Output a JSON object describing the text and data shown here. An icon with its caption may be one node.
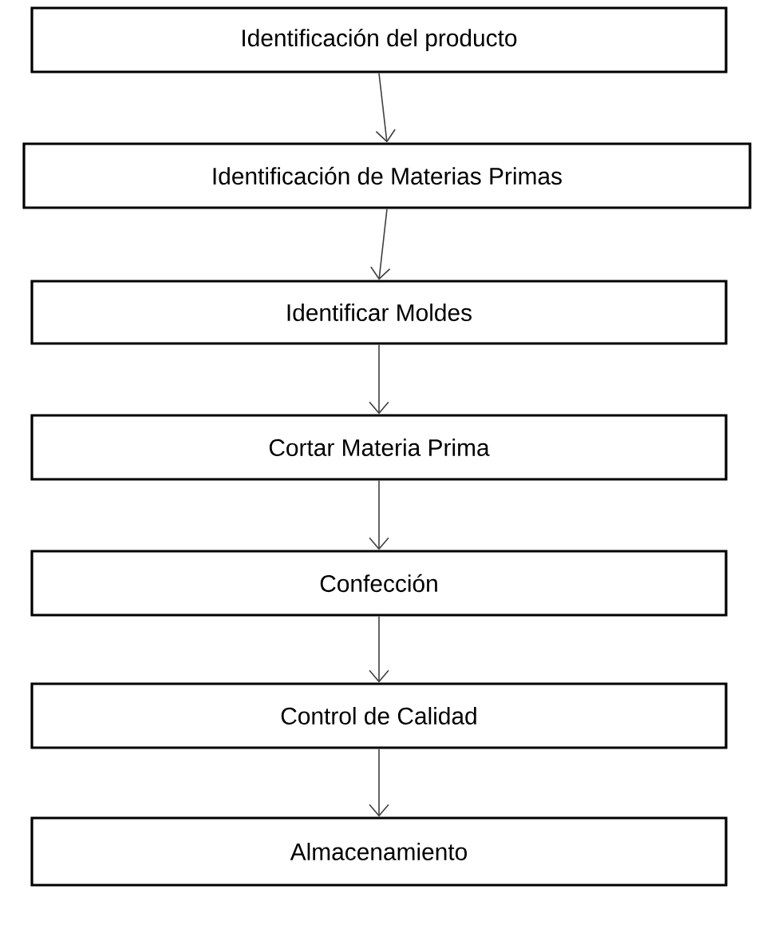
{
  "diagram": {
    "nodes": [
      {
        "text": [
          "Identificación del producto"
        ]
      },
      {
        "text": [
          "Identificación de Materias Primas"
        ]
      },
      {
        "text": [
          "Identificar Moldes"
        ]
      },
      {
        "text": [
          "Cortar Materia Prima"
        ]
      },
      {
        "text": [
          "Confección"
        ]
      },
      {
        "text": [
          "Control de Calidad"
        ]
      },
      {
        "text": [
          "Almacenamiento"
        ]
      }
    ],
    "edges": [
      {
        "from": 0,
        "to": 1,
        "arrow": "to"
      },
      {
        "from": 1,
        "to": 2,
        "arrow": "to"
      },
      {
        "from": 2,
        "to": 3,
        "arrow": "to"
      },
      {
        "from": 3,
        "to": 4,
        "arrow": "to"
      },
      {
        "from": 4,
        "to": 5,
        "arrow": "to"
      },
      {
        "from": 5,
        "to": 6,
        "arrow": "to"
      }
    ]
  }
}
